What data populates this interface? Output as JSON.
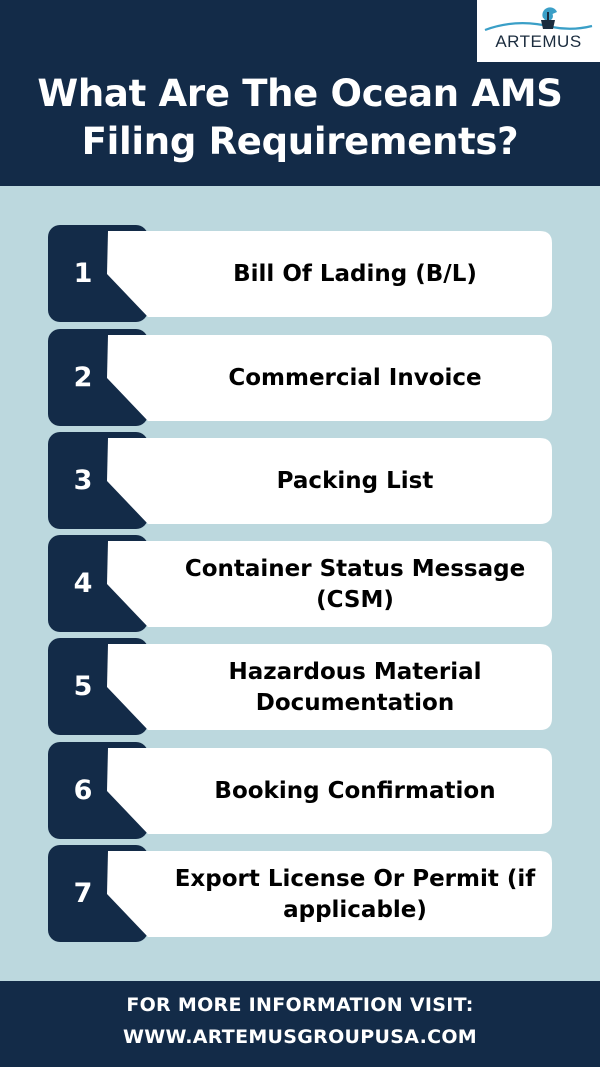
{
  "logo": {
    "brand": "ARTEMUS",
    "icon": "ship-wave-logo-icon"
  },
  "header": {
    "title_line1": "What Are The Ocean AMS",
    "title_line2": "Filing Requirements?"
  },
  "requirements": [
    {
      "number": "1",
      "label": "Bill Of Lading (B/L)"
    },
    {
      "number": "2",
      "label": "Commercial Invoice"
    },
    {
      "number": "3",
      "label": "Packing List"
    },
    {
      "number": "4",
      "label": "Container Status Message (CSM)"
    },
    {
      "number": "5",
      "label": "Hazardous Material Documentation"
    },
    {
      "number": "6",
      "label": "Booking Confirmation"
    },
    {
      "number": "7",
      "label": "Export License Or Permit (if applicable)"
    }
  ],
  "footer": {
    "line1": "FOR MORE INFORMATION VISIT:",
    "line2": "WWW.ARTEMUSGROUPUSA.COM"
  },
  "colors": {
    "navy": "#132b48",
    "background": "#bcd8de",
    "card": "#ffffff",
    "logo_accent": "#3a9fc7"
  }
}
